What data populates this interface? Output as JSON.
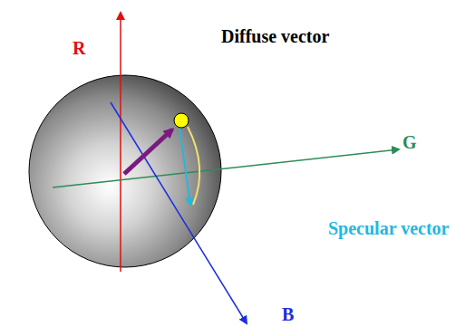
{
  "diagram": {
    "labels": [
      "R",
      "Diffuse vector",
      "G",
      "Specular vector",
      "B"
    ]
  }
}
